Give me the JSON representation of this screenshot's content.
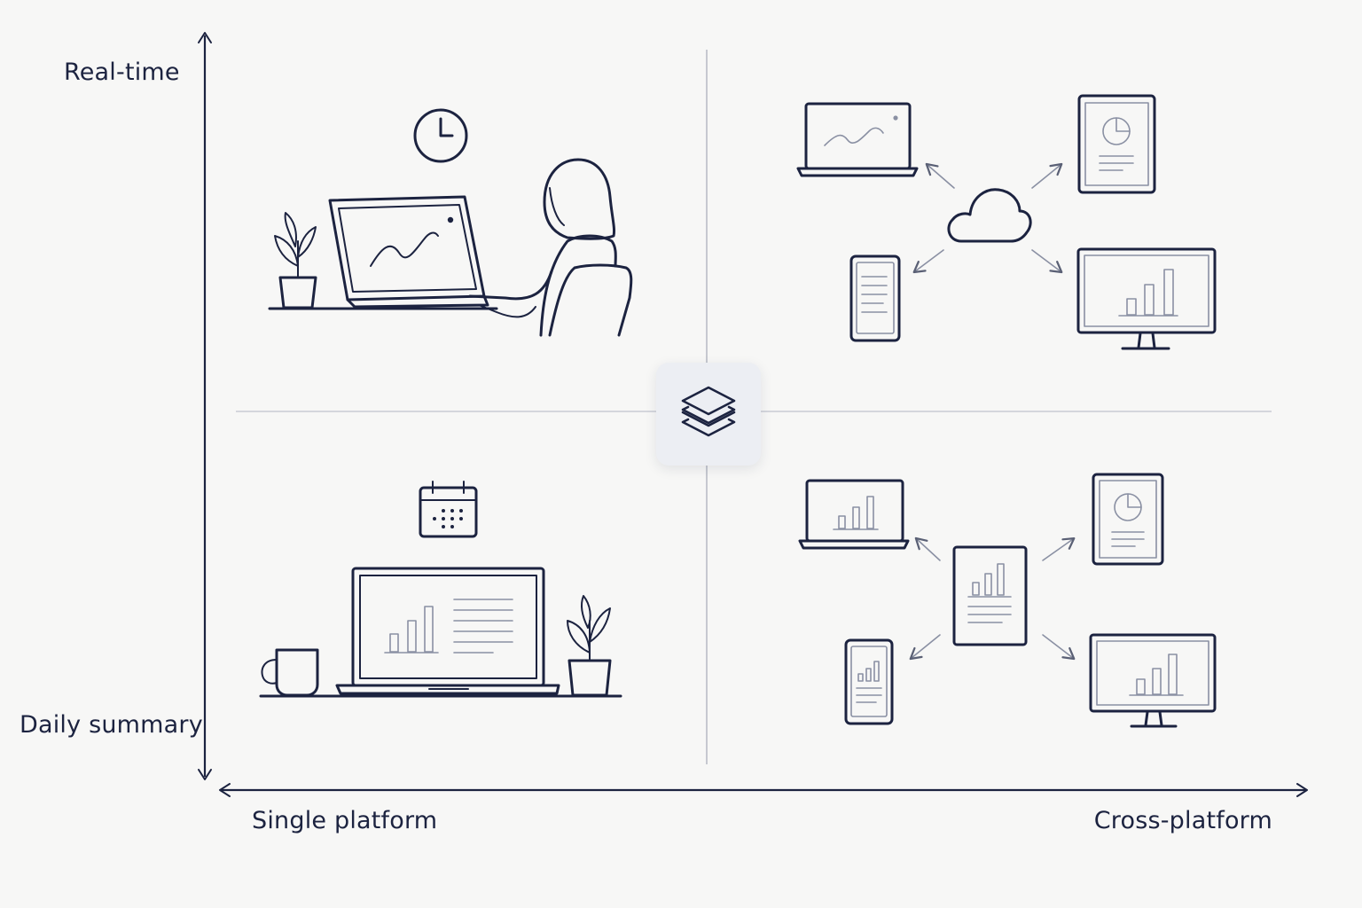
{
  "axes": {
    "y_top": "Real-time",
    "y_bottom": "Daily summary",
    "x_left": "Single platform",
    "x_right": "Cross-platform"
  },
  "quadrants": [
    {
      "position": "top-left",
      "icons": [
        "clock-icon",
        "person-at-laptop",
        "plant-icon"
      ]
    },
    {
      "position": "top-right",
      "icons": [
        "cloud-icon",
        "laptop-icon",
        "tablet-icon",
        "phone-icon",
        "monitor-icon"
      ]
    },
    {
      "position": "bottom-left",
      "icons": [
        "calendar-icon",
        "laptop-icon",
        "mug-icon",
        "plant-icon"
      ]
    },
    {
      "position": "bottom-right",
      "icons": [
        "report-icon",
        "laptop-icon",
        "tablet-icon",
        "phone-icon",
        "monitor-icon"
      ]
    }
  ],
  "center_icon": "layers-icon",
  "colors": {
    "ink": "#1c2340",
    "background": "#f7f7f6",
    "tile": "#eceef3",
    "divider": "#b9bcc6"
  }
}
